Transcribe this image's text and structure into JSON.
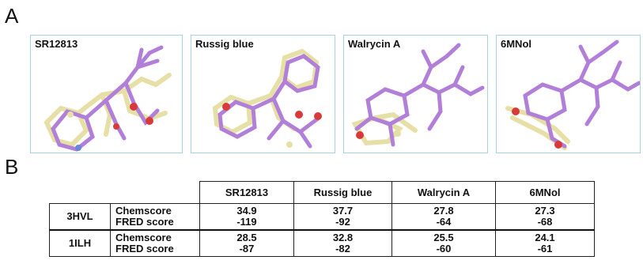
{
  "panels": {
    "a": "A",
    "b": "B"
  },
  "structures": [
    {
      "label": "SR12813"
    },
    {
      "label": "Russig blue"
    },
    {
      "label": "Walrycin A"
    },
    {
      "label": "6MNol"
    }
  ],
  "colors": {
    "box_border": "#a8d4de",
    "ligand_purple": "#b27fd8",
    "ligand_yellow": "#e6dfa6",
    "oxygen_red": "#d83a3a",
    "nitrogen_blue": "#6a88d8"
  },
  "table": {
    "columns": [
      "SR12813",
      "Russig blue",
      "Walrycin A",
      "6MNol"
    ],
    "rows": [
      {
        "target": "3HVL",
        "metrics": [
          "Chemscore",
          "FRED score"
        ],
        "values": [
          [
            "34.9",
            "-119"
          ],
          [
            "37.7",
            "-92"
          ],
          [
            "27.8",
            "-64"
          ],
          [
            "27.3",
            "-68"
          ]
        ]
      },
      {
        "target": "1ILH",
        "metrics": [
          "Chemscore",
          "FRED score"
        ],
        "values": [
          [
            "28.5",
            "-87"
          ],
          [
            "32.8",
            "-82"
          ],
          [
            "25.5",
            "-60"
          ],
          [
            "24.1",
            "-61"
          ]
        ]
      }
    ]
  }
}
